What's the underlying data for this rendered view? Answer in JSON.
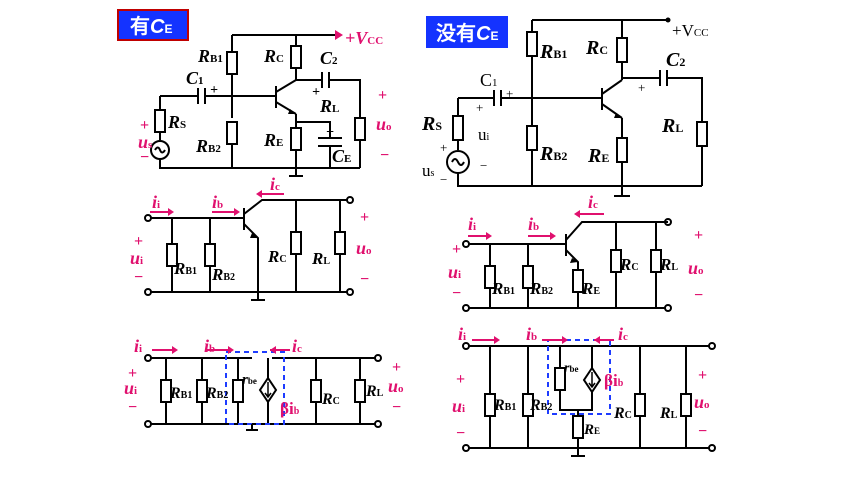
{
  "left": {
    "title_prefix": "有",
    "title_symbol": "C",
    "title_sub": "E",
    "vcc": "+V",
    "vcc_sub": "CC",
    "rb1": "R",
    "rb1_sub": "B1",
    "rc": "R",
    "rc_sub": "C",
    "c2": "C",
    "c2_sub": "2",
    "c1": "C",
    "c1_sub": "1",
    "rl": "R",
    "rl_sub": "L",
    "rs": "R",
    "rs_sub": "S",
    "us": "u",
    "us_sub": "s",
    "rb2": "R",
    "rb2_sub": "B2",
    "re": "R",
    "re_sub": "E",
    "ce": "C",
    "ce_sub": "E",
    "uo": "u",
    "uo_sub": "o",
    "plus": "+",
    "minus": "−",
    "ii": "i",
    "ii_sub": "i",
    "ib": "i",
    "ib_sub": "b",
    "ic": "i",
    "ic_sub": "c",
    "ui": "u",
    "ui_sub": "i",
    "rbe": "r",
    "rbe_sub": "be",
    "beta_ib": "βi",
    "beta_ib_sub": "b"
  },
  "right": {
    "title_prefix": "没有",
    "title_symbol": "C",
    "title_sub": "E",
    "vcc": "+V",
    "vcc_sub": "CC",
    "rb1": "R",
    "rb1_sub": "B1",
    "rc": "R",
    "rc_sub": "C",
    "c1": "C",
    "c1_sub": "1",
    "c2": "C",
    "c2_sub": "2",
    "rs": "R",
    "rs_sub": "S",
    "ui": "u",
    "ui_sub": "i",
    "rb2": "R",
    "rb2_sub": "B2",
    "re": "R",
    "re_sub": "E",
    "rl": "R",
    "rl_sub": "L",
    "us": "u",
    "us_sub": "s",
    "uo": "u",
    "uo_sub": "o",
    "plus": "+",
    "minus": "−",
    "ii": "i",
    "ii_sub": "i",
    "ib": "i",
    "ib_sub": "b",
    "ic": "i",
    "ic_sub": "c",
    "rbe": "r",
    "rbe_sub": "be",
    "beta_ib": "βi",
    "beta_ib_sub": "b"
  },
  "colors": {
    "title_bg": "#1433ff",
    "title_border": "#c00000",
    "accent": "#e0106e",
    "dashed_box": "#1e3cff",
    "wire": "#000000"
  }
}
